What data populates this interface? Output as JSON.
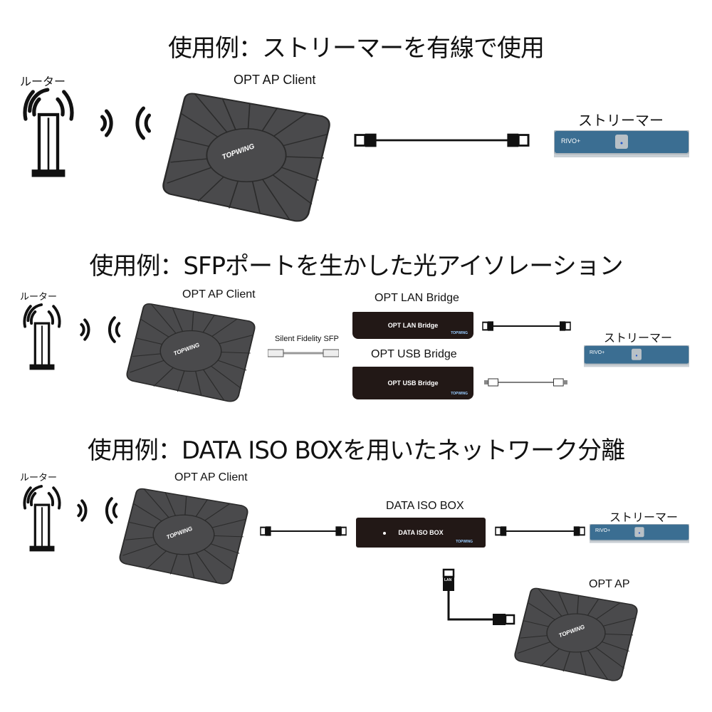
{
  "section1": {
    "title": "使用例：ストリーマーを有線で使用",
    "router_label": "ルーター",
    "ap_client_label": "OPT AP Client",
    "streamer_label": "ストリーマー"
  },
  "section2": {
    "title": "使用例：SFPポートを生かした光アイソレーション",
    "router_label": "ルーター",
    "ap_client_label": "OPT AP Client",
    "sfp_label": "Silent Fidelity SFP",
    "lan_bridge_label": "OPT LAN Bridge",
    "lan_bridge_print": "OPT LAN Bridge",
    "usb_bridge_label": "OPT USB Bridge",
    "usb_bridge_print": "OPT USB Bridge",
    "streamer_label": "ストリーマー"
  },
  "section3": {
    "title": "使用例：DATA ISO BOXを用いたネットワーク分離",
    "router_label": "ルーター",
    "ap_client_label": "OPT AP Client",
    "iso_box_label": "DATA ISO BOX",
    "iso_box_print": "DATA ISO BOX",
    "streamer_label": "ストリーマー",
    "opt_ap_label": "OPT AP",
    "cable_print": "LAN"
  },
  "device_logo": "TOPWING",
  "streamer_logo": "RIVO+",
  "colors": {
    "ap_body": "#4a4a4c",
    "box_body": "#221816",
    "streamer_blue": "#3b6e92"
  }
}
